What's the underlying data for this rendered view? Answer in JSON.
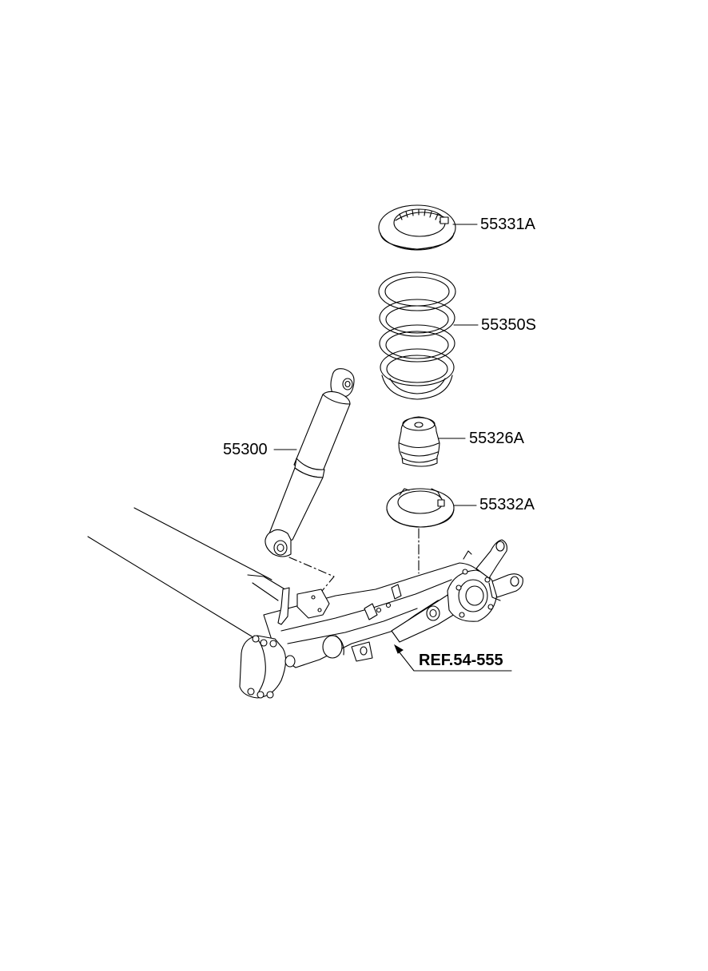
{
  "parts": [
    {
      "id": "upper-spring-pad",
      "label": "55331A"
    },
    {
      "id": "coil-spring",
      "label": "55350S"
    },
    {
      "id": "bump-stopper",
      "label": "55326A"
    },
    {
      "id": "lower-spring-pad",
      "label": "55332A"
    },
    {
      "id": "shock-absorber",
      "label": "55300"
    }
  ],
  "reference": {
    "label": "REF.54-555"
  },
  "colors": {
    "line": "#000000",
    "background": "#ffffff"
  }
}
